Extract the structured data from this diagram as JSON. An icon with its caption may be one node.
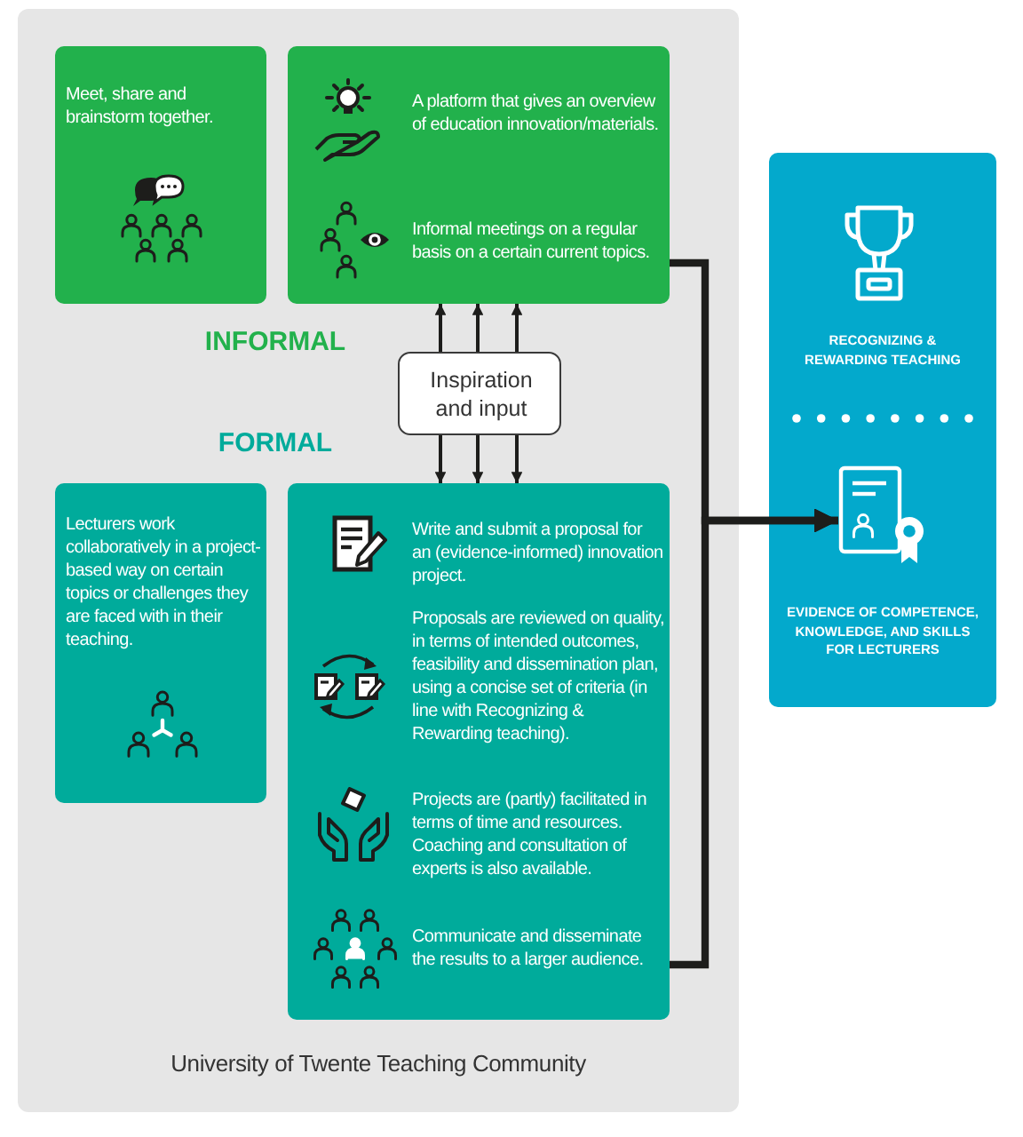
{
  "diagram": {
    "nodes": [
      {
        "text": [
          "University of Twente Teaching Community"
        ]
      },
      {
        "text": [
          "Meet, share and brainstorm together."
        ],
        "in": 0
      },
      {
        "text": [
          "A platform that gives an overview of education innovation/materials.",
          "Informal meetings on a regular basis on a certain current topics."
        ],
        "in": 0
      },
      {
        "text": [
          "Inspiration and input"
        ],
        "in": 0
      },
      {
        "text": [
          "Lecturers work collaboratively in a project-based way on certain topics or challenges they are faced with in their teaching."
        ],
        "in": 0
      },
      {
        "text": [
          "Write and submit a proposal for an (evidence-informed) innovation project.",
          "Proposals are reviewed on quality, in terms of intended outcomes, feasibility and dissemination plan, using a concise set of criteria (in line with Recognizing & Rewarding teaching).",
          "Projects are (partly) facilitated in terms of time and resources. Coaching and consultation of experts is also available.",
          "Communicate and disseminate the results to a larger audience."
        ],
        "in": 0
      },
      {
        "text": [
          "RECOGNIZING & REWARDING TEACHING",
          "EVIDENCE OF COMPETENCE, KNOWLEDGE, AND SKILLS FOR LECTURERS"
        ]
      },
      {
        "text": [],
        "shape": "picture",
        "in": 6
      }
    ],
    "edges": [
      {
        "from": 3,
        "to": 2,
        "arrow": "to"
      },
      {
        "from": 3,
        "to": 2,
        "arrow": "to"
      },
      {
        "from": 3,
        "to": 2,
        "arrow": "to"
      },
      {
        "from": 3,
        "to": 5,
        "arrow": "to"
      },
      {
        "from": 3,
        "to": 5,
        "arrow": "to"
      },
      {
        "from": 3,
        "to": 5,
        "arrow": "to"
      },
      {
        "from": 2,
        "to": 7,
        "arrow": "to",
        "style": "thick"
      },
      {
        "from": 5,
        "to": 7,
        "arrow": "to",
        "style": "thick"
      }
    ],
    "labels": [
      "INFORMAL",
      "FORMAL"
    ]
  }
}
